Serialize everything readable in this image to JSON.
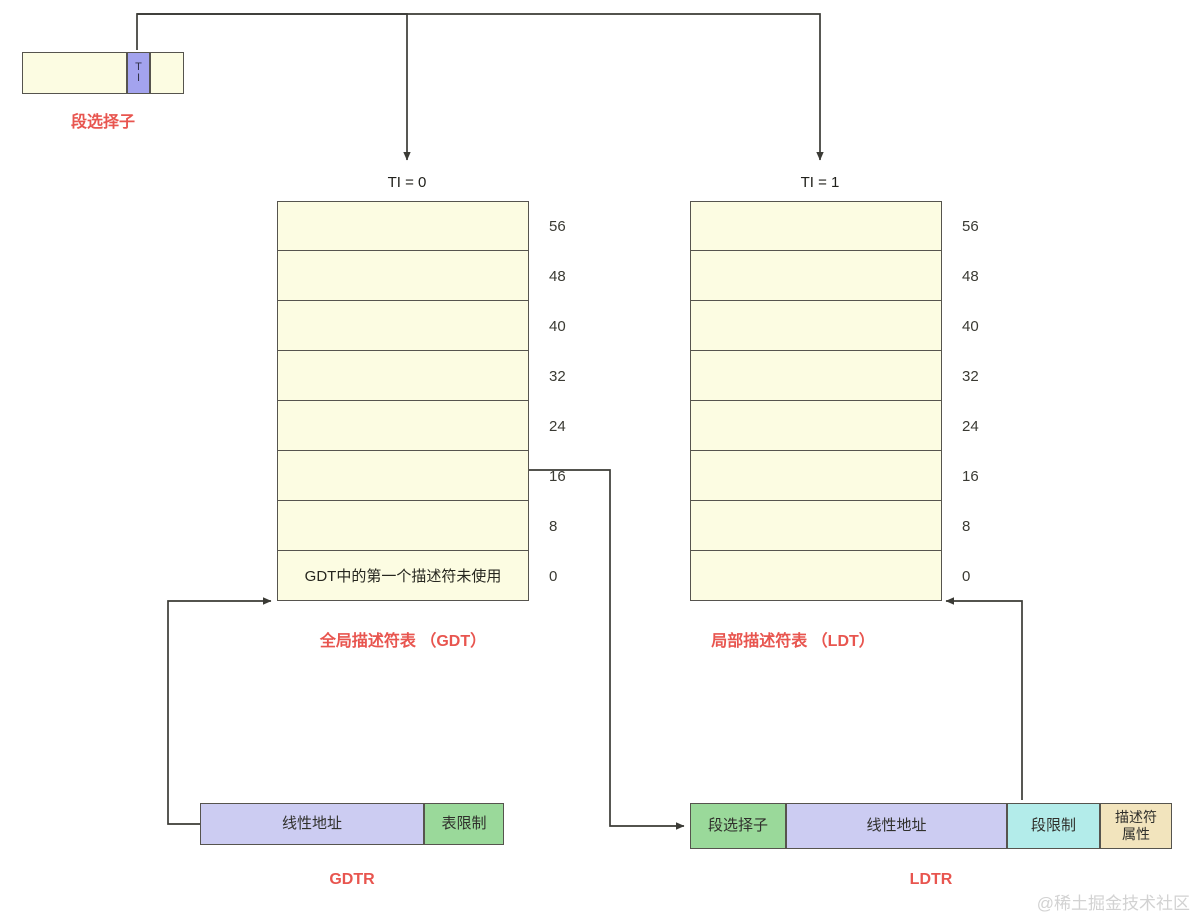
{
  "diagram": {
    "title_hidden": "x86 segmentation: segment selector, GDT/LDT, GDTR/LDTR",
    "watermark": "@稀土掘金技术社区",
    "colors": {
      "table_fill": "#fcfce2",
      "border": "#56544e",
      "label_red": "#e8554f",
      "ti_field": "#a3a3ee",
      "linear_address": "#ccccf2",
      "table_limit": "#9ad99a",
      "segment_selector": "#9ad99a",
      "segment_limit": "#b3ecea",
      "descriptor_attr": "#f2e4bd"
    }
  },
  "selector": {
    "label": "段选择子",
    "ti_field_label": "TI",
    "ti_field_line1": "T",
    "ti_field_line2": "I"
  },
  "branches": {
    "gdt_branch_label": "TI = 0",
    "ldt_branch_label": "TI = 1"
  },
  "gdt": {
    "caption": "全局描述符表 （GDT）",
    "rows": [
      {
        "text": "",
        "offset": "56"
      },
      {
        "text": "",
        "offset": "48"
      },
      {
        "text": "",
        "offset": "40"
      },
      {
        "text": "",
        "offset": "32"
      },
      {
        "text": "",
        "offset": "24"
      },
      {
        "text": "",
        "offset": "16"
      },
      {
        "text": "",
        "offset": "8"
      },
      {
        "text": "GDT中的第一个描述符未使用",
        "offset": "0"
      }
    ]
  },
  "ldt": {
    "caption": "局部描述符表 （LDT）",
    "rows": [
      {
        "text": "",
        "offset": "56"
      },
      {
        "text": "",
        "offset": "48"
      },
      {
        "text": "",
        "offset": "40"
      },
      {
        "text": "",
        "offset": "32"
      },
      {
        "text": "",
        "offset": "24"
      },
      {
        "text": "",
        "offset": "16"
      },
      {
        "text": "",
        "offset": "8"
      },
      {
        "text": "",
        "offset": "0"
      }
    ]
  },
  "gdtr": {
    "caption": "GDTR",
    "fields": [
      {
        "label": "线性地址",
        "color": "lilac"
      },
      {
        "label": "表限制",
        "color": "green"
      }
    ]
  },
  "ldtr": {
    "caption": "LDTR",
    "fields": [
      {
        "label": "段选择子",
        "color": "green"
      },
      {
        "label": "线性地址",
        "color": "lilac"
      },
      {
        "label": "段限制",
        "color": "mint"
      },
      {
        "label": "描述符属性",
        "color": "sand"
      }
    ]
  }
}
